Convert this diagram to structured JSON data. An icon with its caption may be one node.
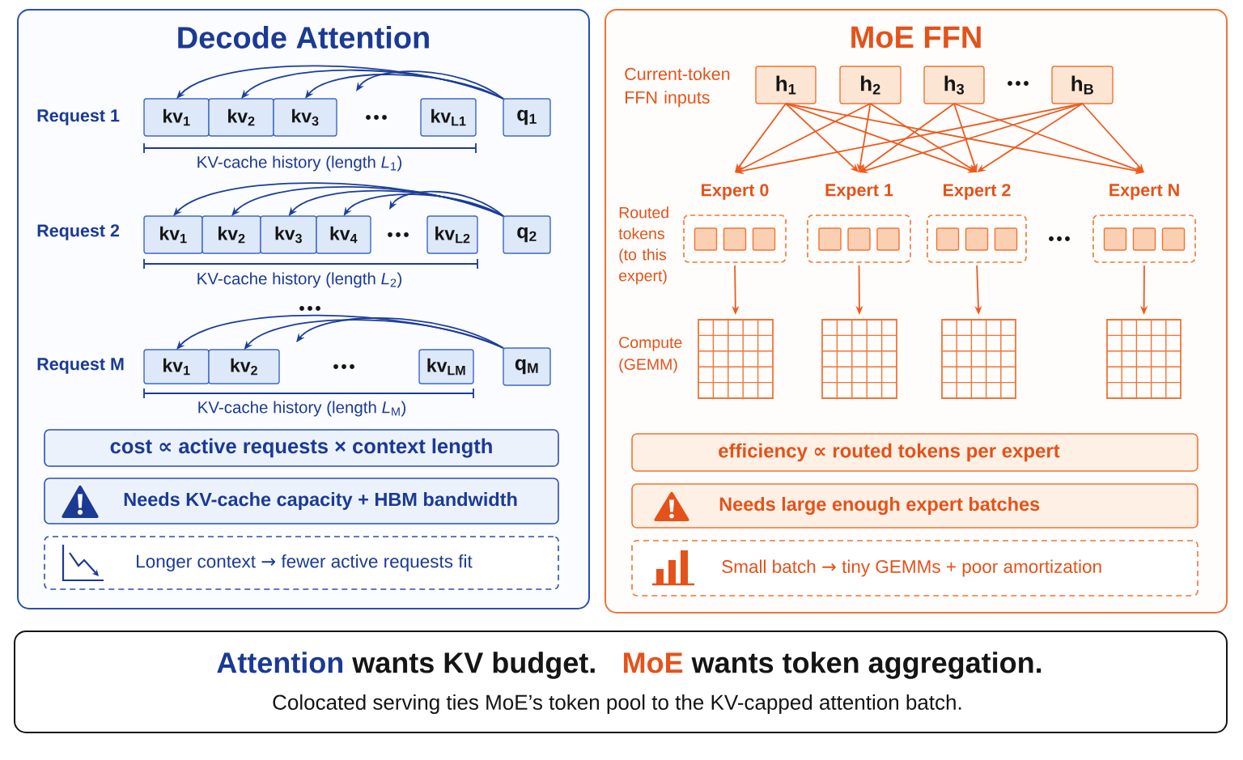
{
  "diagram": {
    "nodes": [
      {
        "text": [
          "Decode Attention"
        ]
      },
      {
        "text": [
          "kv$_{1}$"
        ],
        "in": 0
      },
      {
        "text": [
          "kv$_{2}$"
        ],
        "in": 0
      },
      {
        "text": [
          "kv$_{3}$"
        ],
        "in": 0
      },
      {
        "text": [
          "kv$_{L1}$"
        ],
        "in": 0
      },
      {
        "text": [
          "q$_{1}$"
        ],
        "in": 0
      },
      {
        "text": [
          "kv$_{1}$"
        ],
        "in": 0
      },
      {
        "text": [
          "kv$_{2}$"
        ],
        "in": 0
      },
      {
        "text": [
          "kv$_{3}$"
        ],
        "in": 0
      },
      {
        "text": [
          "kv$_{4}$"
        ],
        "in": 0
      },
      {
        "text": [
          "kv$_{L2}$"
        ],
        "in": 0
      },
      {
        "text": [
          "q$_{2}$"
        ],
        "in": 0
      },
      {
        "text": [
          "kv$_{1}$"
        ],
        "in": 0
      },
      {
        "text": [
          "kv$_{2}$"
        ],
        "in": 0
      },
      {
        "text": [
          "kv$_{LM}$"
        ],
        "in": 0
      },
      {
        "text": [
          "q$_{M}$"
        ],
        "in": 0
      },
      {
        "text": [
          "cost ∝ active requests × context length"
        ],
        "in": 0
      },
      {
        "text": [
          "Needs KV-cache capacity + HBM bandwidth"
        ],
        "in": 0
      },
      {
        "text": [
          "Longer context → fewer active requests fit"
        ],
        "in": 0
      },
      {
        "text": [
          "MoE FFN"
        ]
      },
      {
        "text": [
          "h$_{1}$"
        ],
        "in": 19
      },
      {
        "text": [
          "h$_{2}$"
        ],
        "in": 19
      },
      {
        "text": [
          "h$_{3}$"
        ],
        "in": 19
      },
      {
        "text": [
          "h$_{B}$"
        ],
        "in": 19
      },
      {
        "text": [
          "Expert 0"
        ],
        "in": 19
      },
      {
        "text": [],
        "shape": "box",
        "in": 24
      },
      {
        "text": [],
        "shape": "box",
        "in": 24
      },
      {
        "text": [],
        "shape": "box",
        "in": 24
      },
      {
        "text": [
          "Expert 1"
        ],
        "in": 19
      },
      {
        "text": [],
        "shape": "box",
        "in": 28
      },
      {
        "text": [],
        "shape": "box",
        "in": 28
      },
      {
        "text": [],
        "shape": "box",
        "in": 28
      },
      {
        "text": [
          "Expert 2"
        ],
        "in": 19
      },
      {
        "text": [],
        "shape": "box",
        "in": 32
      },
      {
        "text": [],
        "shape": "box",
        "in": 32
      },
      {
        "text": [],
        "shape": "box",
        "in": 32
      },
      {
        "text": [
          "Expert N"
        ],
        "in": 19
      },
      {
        "text": [],
        "shape": "box",
        "in": 36
      },
      {
        "text": [],
        "shape": "box",
        "in": 36
      },
      {
        "text": [],
        "shape": "box",
        "in": 36
      },
      {
        "text": [],
        "shape": "grid",
        "in": 19
      },
      {
        "text": [],
        "shape": "grid",
        "in": 19
      },
      {
        "text": [],
        "shape": "grid",
        "in": 19
      },
      {
        "text": [],
        "shape": "grid",
        "in": 19
      },
      {
        "text": [
          "efficiency ∝ routed tokens per expert"
        ],
        "in": 19
      },
      {
        "text": [
          "Needs large enough expert batches"
        ],
        "in": 19
      },
      {
        "text": [
          "Small batch → tiny GEMMs + poor amortization"
        ],
        "in": 19
      },
      {
        "text": [
          "Attention",
          "wants KV budget.",
          "MoE",
          "wants token aggregation.",
          "Colocated serving ties MoE’s token pool to the KV-capped attention batch."
        ]
      }
    ],
    "edges": [
      {
        "from": 5,
        "to": 1,
        "arrow": "to",
        "color": "#1c3d9a"
      },
      {
        "from": 5,
        "to": 2,
        "arrow": "to",
        "color": "#1c3d9a"
      },
      {
        "from": 5,
        "to": 3,
        "arrow": "to",
        "color": "#1c3d9a"
      },
      {
        "from": 5,
        "to": null,
        "arrow": "to",
        "color": "#1c3d9a"
      },
      {
        "from": 11,
        "to": 6,
        "arrow": "to",
        "color": "#1c3d9a"
      },
      {
        "from": 11,
        "to": 7,
        "arrow": "to",
        "color": "#1c3d9a"
      },
      {
        "from": 11,
        "to": 8,
        "arrow": "to",
        "color": "#1c3d9a"
      },
      {
        "from": 11,
        "to": 9,
        "arrow": "to",
        "color": "#1c3d9a"
      },
      {
        "from": 11,
        "to": null,
        "arrow": "to",
        "color": "#1c3d9a"
      },
      {
        "from": 15,
        "to": 12,
        "arrow": "to",
        "color": "#1c3d9a"
      },
      {
        "from": 15,
        "to": 13,
        "arrow": "to",
        "color": "#1c3d9a"
      },
      {
        "from": 15,
        "to": null,
        "arrow": "to",
        "color": "#1c3d9a"
      },
      {
        "from": 20,
        "to": 24,
        "arrow": "to"
      },
      {
        "from": 20,
        "to": 28,
        "arrow": "to"
      },
      {
        "from": 20,
        "to": 32,
        "arrow": "to"
      },
      {
        "from": 20,
        "to": 36,
        "arrow": "to"
      },
      {
        "from": 21,
        "to": 24,
        "arrow": "to"
      },
      {
        "from": 21,
        "to": 28,
        "arrow": "to"
      },
      {
        "from": 21,
        "to": 32,
        "arrow": "to"
      },
      {
        "from": 22,
        "to": 28,
        "arrow": "to"
      },
      {
        "from": 22,
        "to": 32,
        "arrow": "to"
      },
      {
        "from": 22,
        "to": 36,
        "arrow": "to"
      },
      {
        "from": 23,
        "to": 24,
        "arrow": "to"
      },
      {
        "from": 23,
        "to": 28,
        "arrow": "to"
      },
      {
        "from": 23,
        "to": 32,
        "arrow": "to"
      },
      {
        "from": 23,
        "to": 36,
        "arrow": "to"
      },
      {
        "from": 24,
        "to": 40,
        "arrow": "to"
      },
      {
        "from": 28,
        "to": 41,
        "arrow": "to"
      },
      {
        "from": 32,
        "to": 42,
        "arrow": "to"
      },
      {
        "from": 36,
        "to": 43,
        "arrow": "to"
      }
    ],
    "labels": [
      "Request 1",
      "KV-cache history (length *L*$_{1}$)",
      "Request 2",
      "KV-cache history (length *L*$_{2}$)",
      "Request M",
      "KV-cache history (length *L*$_{M}$)",
      "Current-token FFN inputs",
      "Routed tokens (to this expert)",
      "Compute (GEMM)"
    ]
  }
}
